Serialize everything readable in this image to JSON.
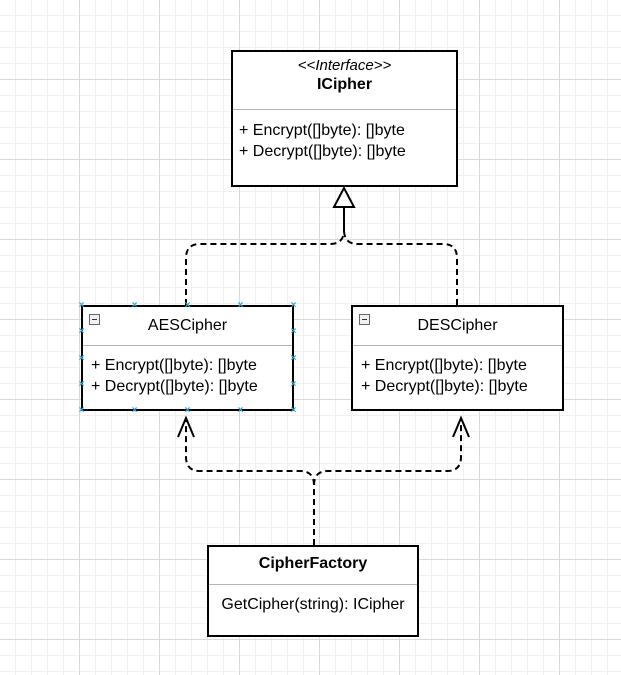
{
  "diagram": {
    "classes": [
      {
        "id": "icipher",
        "stereotype": "<<Interface>>",
        "name": "ICipher",
        "methods": [
          "+ Encrypt([]byte): []byte",
          "+ Decrypt([]byte): []byte"
        ]
      },
      {
        "id": "aes",
        "name": "AESCipher",
        "selected": true,
        "methods": [
          "+ Encrypt([]byte): []byte",
          "+ Decrypt([]byte): []byte"
        ]
      },
      {
        "id": "des",
        "name": "DESCipher",
        "methods": [
          "+ Encrypt([]byte): []byte",
          "+ Decrypt([]byte): []byte"
        ]
      },
      {
        "id": "factory",
        "name": "CipherFactory",
        "methods": [
          "GetCipher(string): ICipher"
        ]
      }
    ],
    "relations": [
      {
        "type": "realization",
        "from": "AESCipher",
        "to": "ICipher"
      },
      {
        "type": "realization",
        "from": "DESCipher",
        "to": "ICipher"
      },
      {
        "type": "dependency",
        "from": "CipherFactory",
        "to": "AESCipher"
      },
      {
        "type": "dependency",
        "from": "CipherFactory",
        "to": "DESCipher"
      }
    ],
    "colors": {
      "line": "#000000",
      "selection_handle": "#29a8e0",
      "grid": "#d9d9d9"
    },
    "icons": {
      "selection_handle": "x-handle-icon",
      "collapse": "collapse-minus-icon"
    }
  }
}
